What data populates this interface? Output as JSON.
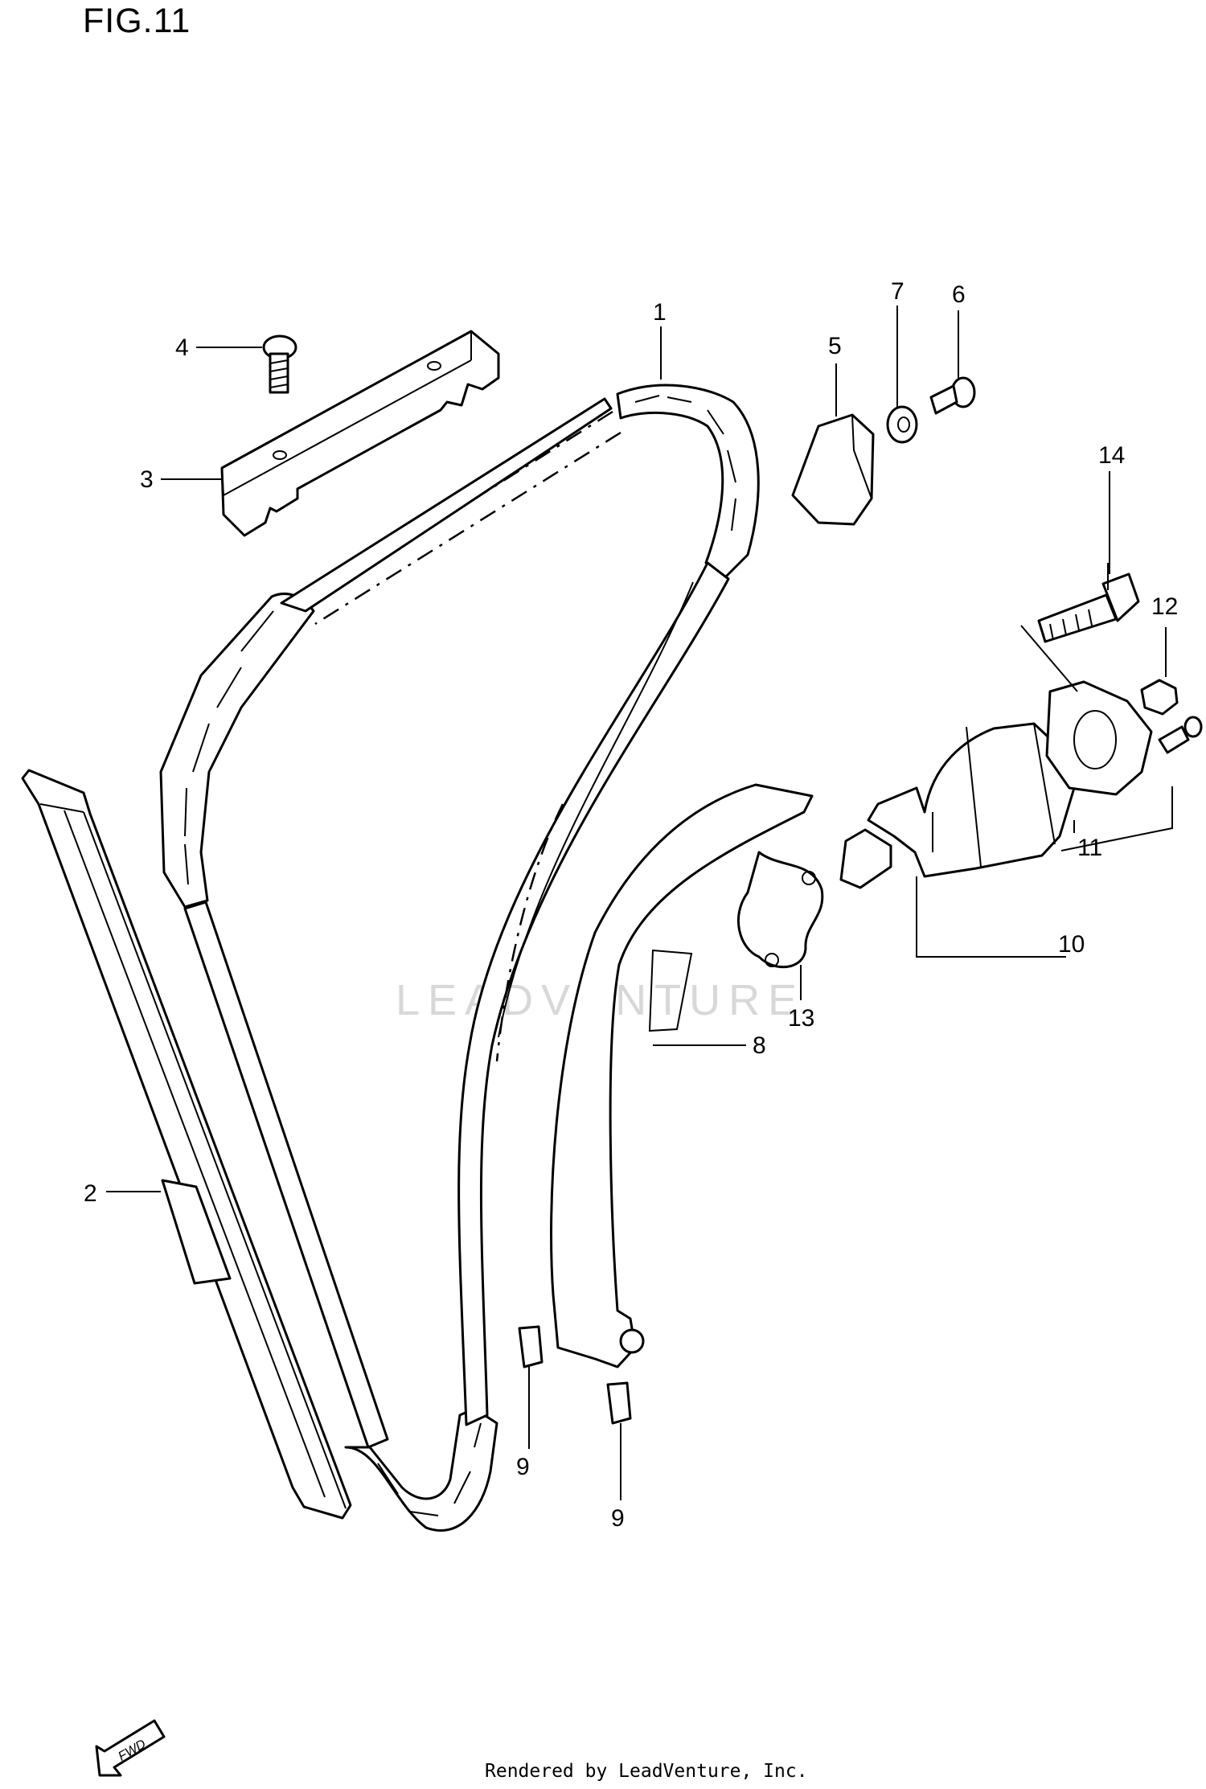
{
  "figure": {
    "title": "FIG.11"
  },
  "watermark": {
    "text": "LEADVENTURE"
  },
  "direction_badge": {
    "text": "FWD"
  },
  "footer": {
    "text": "Rendered by LeadVenture, Inc."
  },
  "callouts": [
    {
      "id": "1",
      "text": "1"
    },
    {
      "id": "2",
      "text": "2"
    },
    {
      "id": "3",
      "text": "3"
    },
    {
      "id": "4",
      "text": "4"
    },
    {
      "id": "5",
      "text": "5"
    },
    {
      "id": "6",
      "text": "6"
    },
    {
      "id": "7",
      "text": "7"
    },
    {
      "id": "8",
      "text": "8"
    },
    {
      "id": "9a",
      "text": "9"
    },
    {
      "id": "9b",
      "text": "9"
    },
    {
      "id": "10",
      "text": "10"
    },
    {
      "id": "11",
      "text": "11"
    },
    {
      "id": "12",
      "text": "12"
    },
    {
      "id": "13",
      "text": "13"
    },
    {
      "id": "14",
      "text": "14"
    }
  ]
}
